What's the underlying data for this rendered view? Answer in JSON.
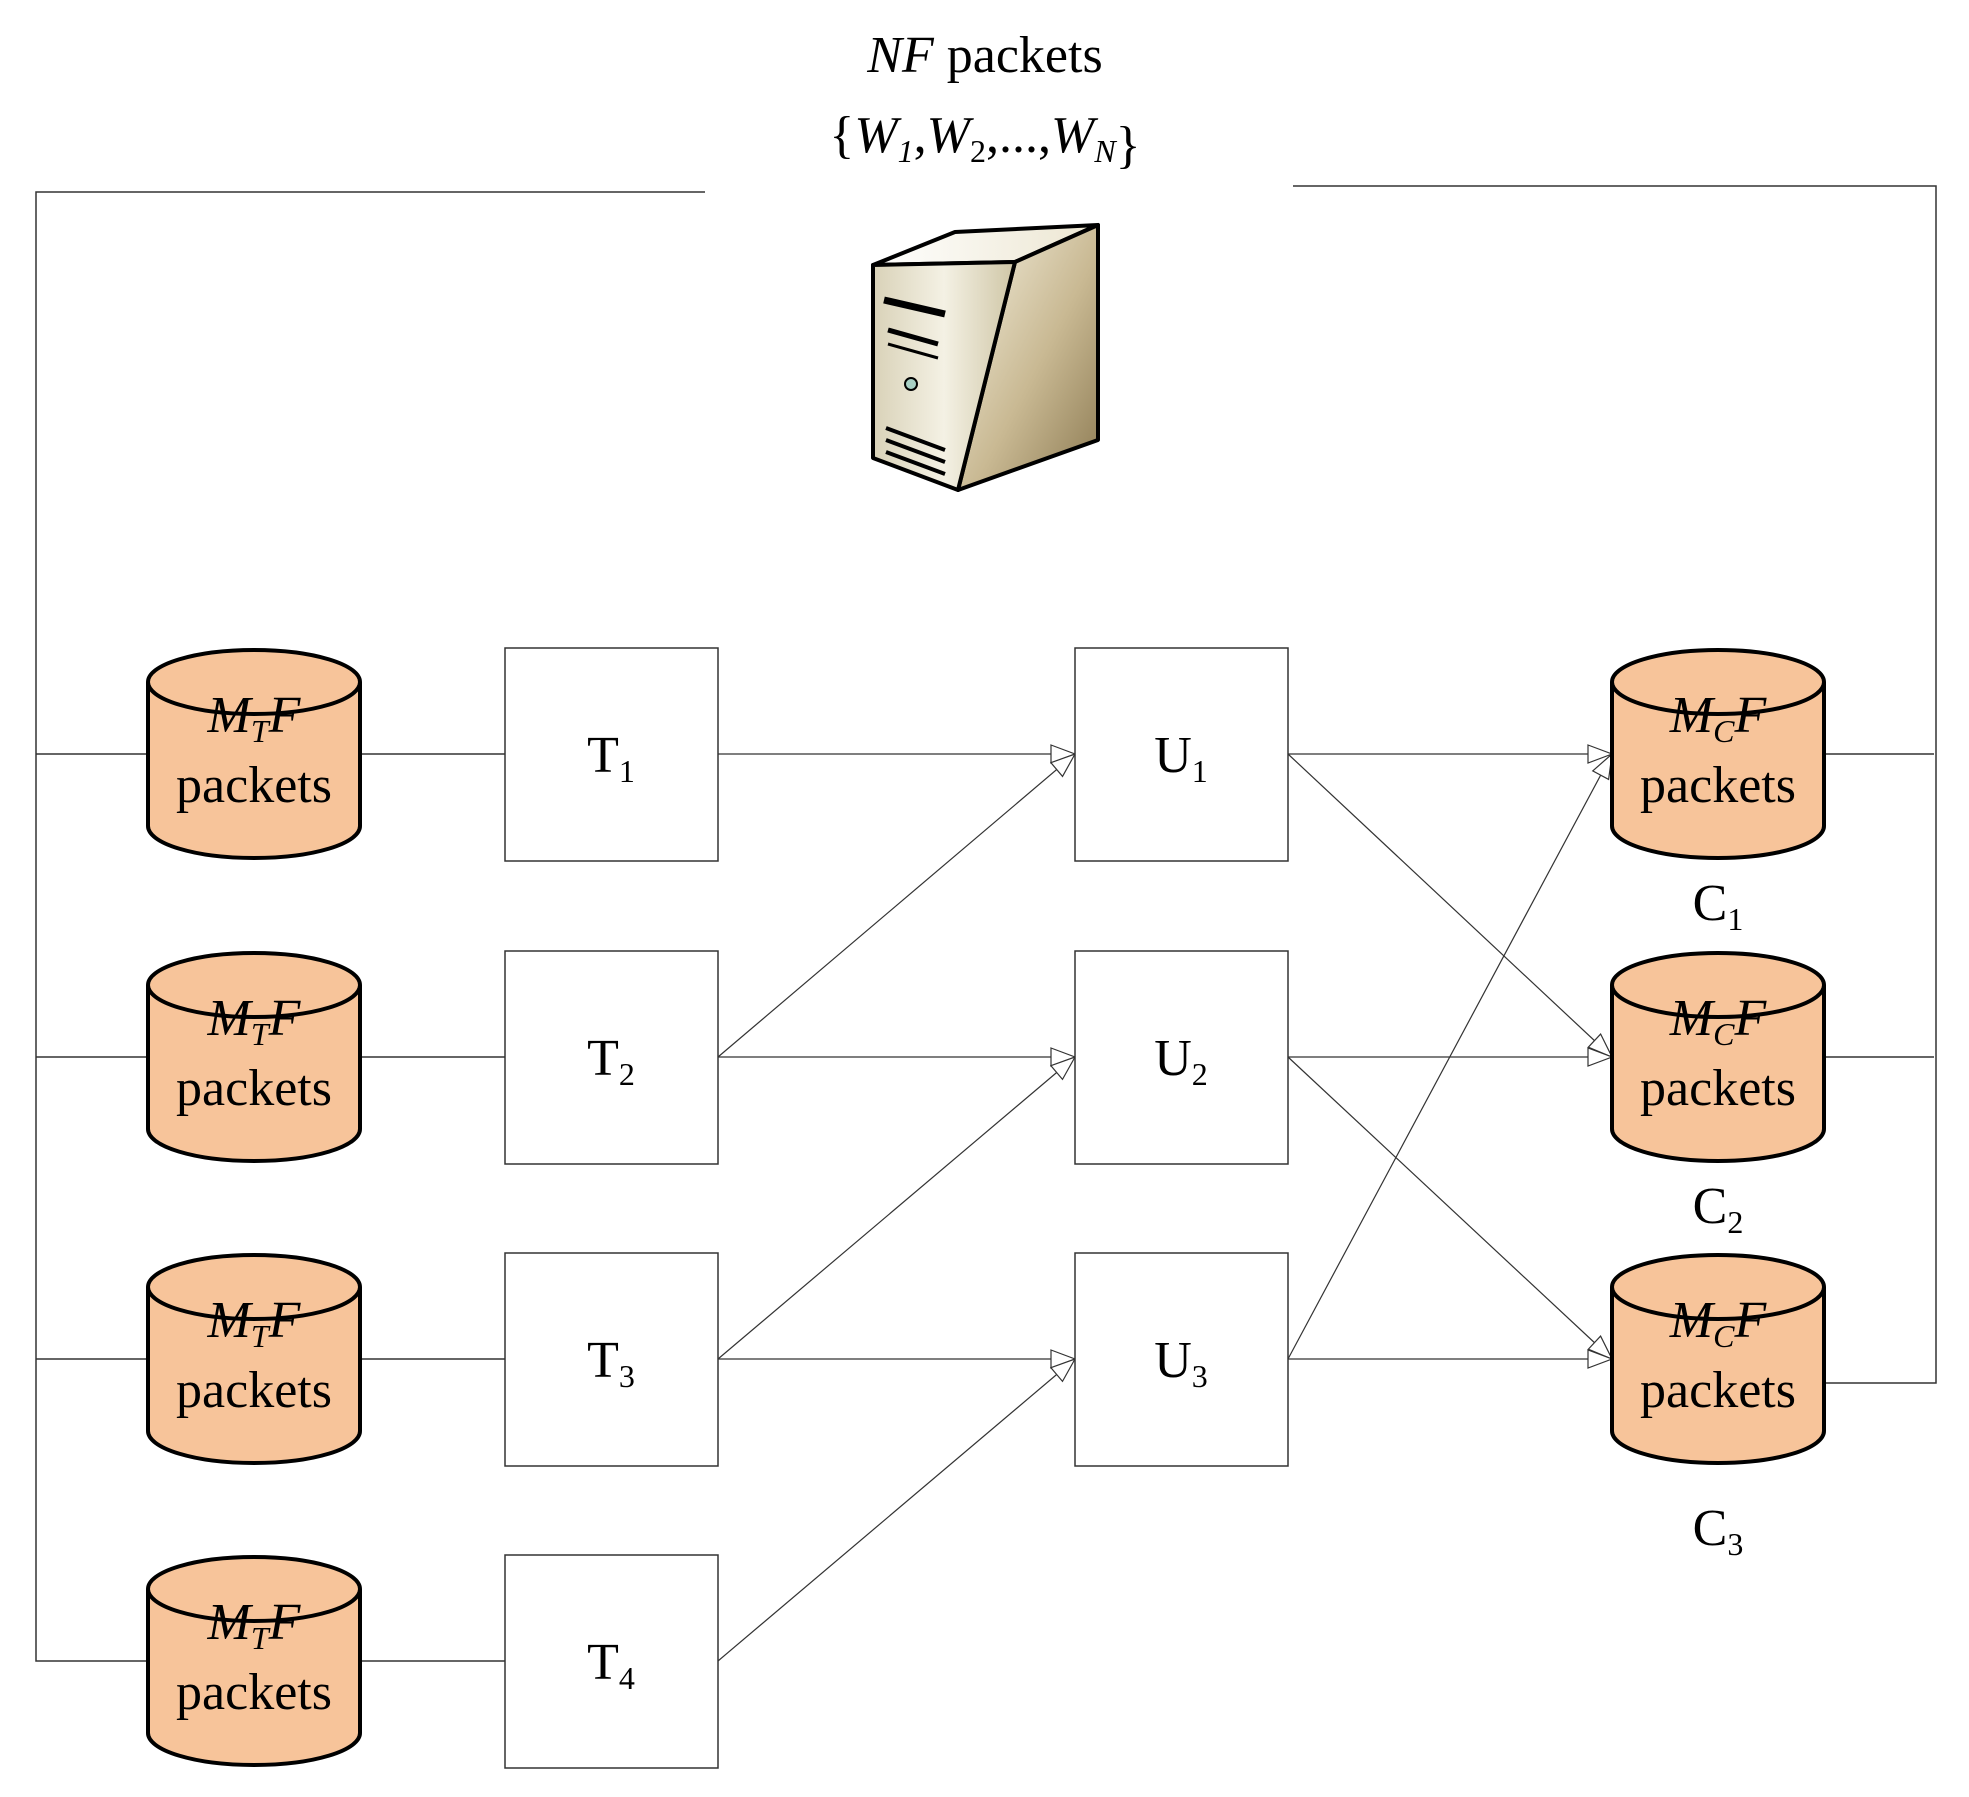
{
  "server": {
    "label_var": "NF",
    "label_word": " packets",
    "set_open": "{",
    "set_close": "}",
    "set_items": [
      {
        "var": "W",
        "sub": "1",
        "sep": ","
      },
      {
        "var": "W",
        "sub": "2",
        "sep": ",...,"
      },
      {
        "var": "W",
        "sub": "N",
        "sep": ""
      }
    ]
  },
  "source_stores": [
    {
      "var_main": "M",
      "var_sub": "T",
      "var_tail": "F",
      "word": "packets"
    },
    {
      "var_main": "M",
      "var_sub": "T",
      "var_tail": "F",
      "word": "packets"
    },
    {
      "var_main": "M",
      "var_sub": "T",
      "var_tail": "F",
      "word": "packets"
    },
    {
      "var_main": "M",
      "var_sub": "T",
      "var_tail": "F",
      "word": "packets"
    }
  ],
  "t_nodes": [
    {
      "letter": "T",
      "sub": "1"
    },
    {
      "letter": "T",
      "sub": "2"
    },
    {
      "letter": "T",
      "sub": "3"
    },
    {
      "letter": "T",
      "sub": "4"
    }
  ],
  "u_nodes": [
    {
      "letter": "U",
      "sub": "1"
    },
    {
      "letter": "U",
      "sub": "2"
    },
    {
      "letter": "U",
      "sub": "3"
    }
  ],
  "dest_stores": [
    {
      "var_main": "M",
      "var_sub": "C",
      "var_tail": "F",
      "word": "packets",
      "caption_letter": "C",
      "caption_sub": "1"
    },
    {
      "var_main": "M",
      "var_sub": "C",
      "var_tail": "F",
      "word": "packets",
      "caption_letter": "C",
      "caption_sub": "2"
    },
    {
      "var_main": "M",
      "var_sub": "C",
      "var_tail": "F",
      "word": "packets",
      "caption_letter": "C",
      "caption_sub": "3"
    }
  ],
  "edges": {
    "t_to_u": [
      [
        1,
        1
      ],
      [
        2,
        1
      ],
      [
        2,
        2
      ],
      [
        3,
        2
      ],
      [
        3,
        3
      ],
      [
        4,
        3
      ]
    ],
    "u_to_c": [
      [
        1,
        1
      ],
      [
        1,
        2
      ],
      [
        2,
        2
      ],
      [
        2,
        3
      ],
      [
        3,
        3
      ],
      [
        3,
        1
      ]
    ]
  },
  "colors": {
    "store_fill": "#F7C49A",
    "line": "#333333"
  }
}
